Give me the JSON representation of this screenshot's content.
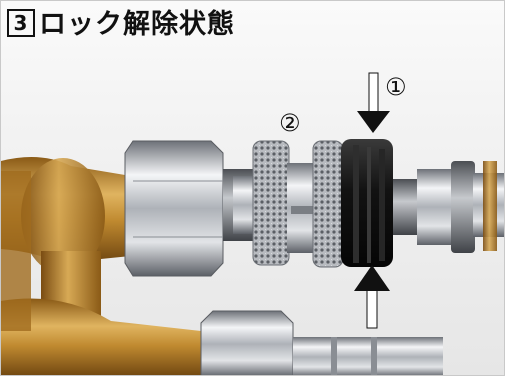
{
  "caption": {
    "step_number": "3",
    "text": "ロック解除状態"
  },
  "callouts": {
    "one": "①",
    "two": "②"
  },
  "palette": {
    "brass": "#b98a2e",
    "chrome": "#c9cbcf",
    "black_ring": "#1a1a1a",
    "background": "#f3f3f3"
  }
}
